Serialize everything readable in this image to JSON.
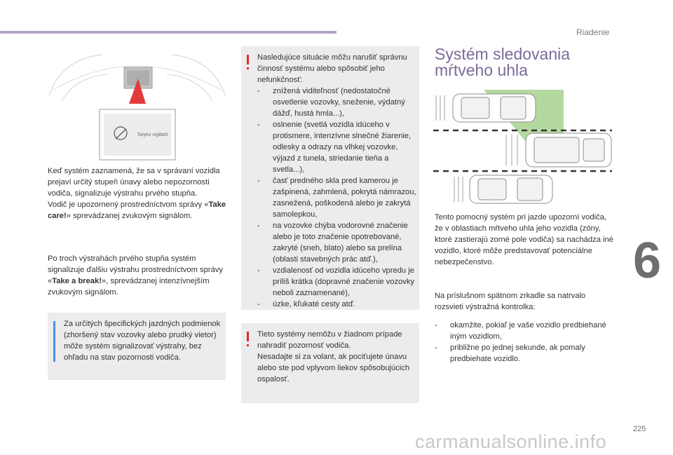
{
  "header": {
    "section": "Riadenie"
  },
  "left": {
    "display_text": "Soyez vigilant",
    "p1": "Keď systém zaznamená, že sa v správaní vozidla prejaví určitý stupeň únavy alebo nepozornosti vodiča, signalizuje výstrahu prvého stupňa.",
    "p1b_pre": "Vodič je upozornený prostredníctvom správy «",
    "p1b_bold": "Take care!",
    "p1b_post": "» sprevádzanej zvukovým signálom.",
    "p2_pre": "Po troch výstrahách prvého stupňa systém signalizuje ďalšiu výstrahu prostredníctvom správy «",
    "p2_bold": "Take a break!",
    "p2_post": "», sprevádzanej intenzívnejším zvukovým signálom.",
    "info_note": "Za určitých špecifických jazdných podmienok (zhoršený stav vozovky alebo prudký vietor) môže systém signalizovať výstrahy, bez ohľadu na stav pozornosti vodiča."
  },
  "middle": {
    "warn1_intro": "Nasledujúce situácie môžu narušiť správnu činnosť systému alebo spôsobiť jeho nefunkčnosť:",
    "warn1_items": [
      "znížená viditeľnosť (nedostatočné osvetlenie vozovky, sneženie, výdatný dážď, hustá hmla...),",
      "oslnenie (svetlá vozidla idúceho v protismere, intenzívne slnečné žiarenie, odlesky a odrazy na vlhkej vozovke, výjazd z tunela, striedanie tieňa a svetla...),",
      "časť predného skla pred kamerou je zašpinená, zahmlená, pokrytá námrazou, zasnežená, poškodená alebo je zakrytá samolepkou,",
      "na vozovke chýba vodorovné značenie alebo je toto značenie opotrebované, zakryté (sneh, blato) alebo sa prelína (oblasti stavebných prác atď.),",
      "vzdialenosť od vozidla idúceho vpredu je príliš krátka (dopravné značenie vozovky neboli zaznamenané),",
      "úzke, kľukaté cesty atď."
    ],
    "warn2": "Tieto systémy nemôžu v žiadnom prípade nahradiť pozornosť vodiča.\nNesadajte si za volant, ak pociťujete únavu alebo ste pod vplyvom liekov spôsobujúcich ospalosť."
  },
  "right": {
    "title_line1": "Systém sledovania",
    "title_line2": "mŕtveho uhla",
    "p1": "Tento pomocný systém pri jazde upozorní vodiča, že v oblastiach mŕtveho uhla jeho vozidla (zóny, ktoré zastierajú zorné pole vodiča) sa nachádza iné vozidlo, ktoré môže predstavovať potenciálne nebezpečenstvo.",
    "p2": "Na príslušnom spätnom zrkadle sa natrvalo rozsvieti výstražná kontrolka:",
    "items": [
      "okamžite, pokiaľ je vaše vozidlo predbiehané iným vozidlom,",
      "približne po jednej sekunde, ak pomaly predbiehate vozidlo."
    ]
  },
  "chapter_number": "6",
  "page_number": "225",
  "watermark": "carmanualsonline.info",
  "colors": {
    "accent_purple": "#7d6a9b",
    "info_blue": "#4f8fdc",
    "warning_red": "#e22a2a",
    "zone_green": "#a7d28d"
  }
}
